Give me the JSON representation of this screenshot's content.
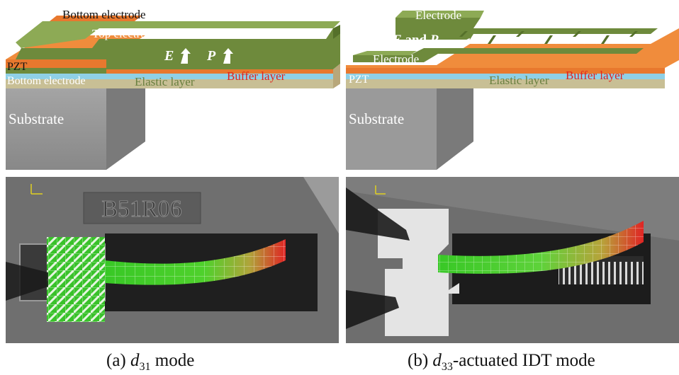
{
  "panel_a": {
    "labels": {
      "bottom_electrode_top": "Bottom electrode",
      "top_electrode": "Top electrode",
      "e": "E",
      "p": "P",
      "pzt": "PZT",
      "bottom_electrode_side": "Bottom electrode",
      "elastic_layer": "Elastic layer",
      "buffer_layer": "Buffer layer",
      "substrate": "Substrate"
    },
    "chip_label": "B51R06",
    "caption": {
      "prefix": "(a) ",
      "d": "d",
      "sub": "31",
      "suffix": " mode"
    }
  },
  "panel_b": {
    "labels": {
      "electrode_top": "Electrode",
      "e_and_p_e": "E",
      "e_and_p_and": " and ",
      "e_and_p_p": "P",
      "electrode_lower": "Electrode",
      "pzt": "PZT",
      "elastic_layer": "Elastic layer",
      "buffer_layer": "Buffer layer",
      "substrate": "Substrate"
    },
    "caption": {
      "prefix": "(b) ",
      "d": "d",
      "sub": "33",
      "suffix": "-actuated IDT mode"
    }
  },
  "colors": {
    "electrode": "#6e8a3c",
    "pzt": "#e8782e",
    "buffer": "#8fd0e6",
    "elastic": "#c8bf95",
    "substrate": "#9a9a9a",
    "buffer_text": "#e0241f",
    "elastic_text": "#6a8040"
  }
}
